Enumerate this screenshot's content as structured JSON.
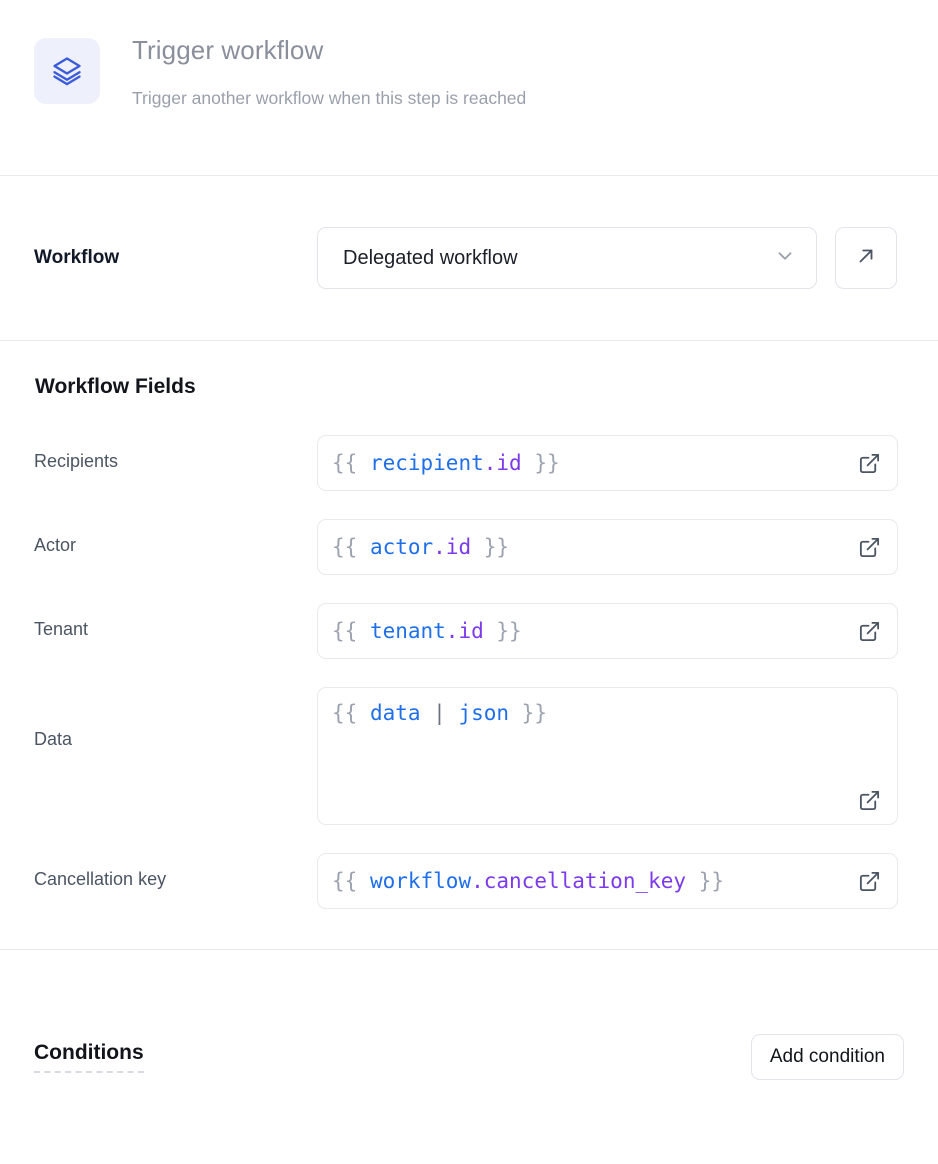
{
  "header": {
    "icon": "layers-icon",
    "title": "Trigger workflow",
    "subtitle": "Trigger another workflow when this step is reached"
  },
  "workflow": {
    "label": "Workflow",
    "selected": "Delegated workflow",
    "chevron_icon": "chevron-down-icon",
    "open_icon": "arrow-up-right-icon"
  },
  "fields_section": {
    "heading": "Workflow Fields",
    "expand_icon": "external-link-icon",
    "fields": [
      {
        "label": "Recipients",
        "value": "{{ recipient.id }}",
        "multiline": false,
        "parts": {
          "open": "{{ ",
          "obj": "recipient",
          "dot": ".",
          "prop": "id",
          "close": " }}"
        }
      },
      {
        "label": "Actor",
        "value": "{{ actor.id }}",
        "multiline": false,
        "parts": {
          "open": "{{ ",
          "obj": "actor",
          "dot": ".",
          "prop": "id",
          "close": " }}"
        }
      },
      {
        "label": "Tenant",
        "value": "{{ tenant.id }}",
        "multiline": false,
        "parts": {
          "open": "{{ ",
          "obj": "tenant",
          "dot": ".",
          "prop": "id",
          "close": " }}"
        }
      },
      {
        "label": "Data",
        "value": "{{ data | json }}",
        "multiline": true,
        "parts": {
          "open": "{{ ",
          "obj": "data",
          "pipe": " | ",
          "fn": "json",
          "close": " }}"
        }
      },
      {
        "label": "Cancellation key",
        "value": "{{ workflow.cancellation_key }}",
        "multiline": false,
        "parts": {
          "open": "{{ ",
          "obj": "workflow",
          "dot": ".",
          "prop": "cancellation_key",
          "close": " }}"
        }
      }
    ]
  },
  "conditions": {
    "title": "Conditions",
    "add_label": "Add condition"
  },
  "colors": {
    "accent_blue": "#1f6feb",
    "template_purple": "#7c3aed",
    "icon_bg": "#eef1fb",
    "border": "#e2e4e9",
    "muted_text": "#9aa0ab"
  }
}
